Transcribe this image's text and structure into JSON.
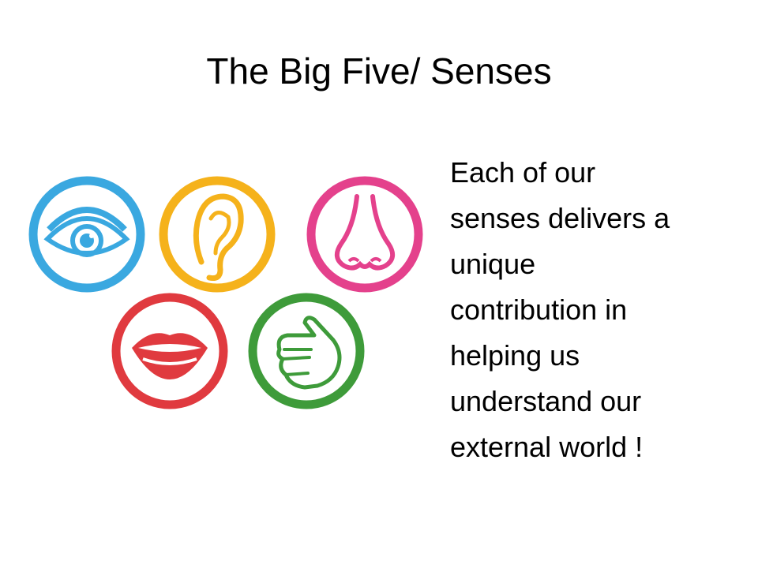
{
  "slide": {
    "title": "The Big Five/ Senses",
    "body_lines": [
      "Each of our",
      "senses delivers a",
      "unique",
      "contribution in",
      "helping us",
      "understand our",
      "external world !"
    ]
  },
  "senses": [
    {
      "icon": "eye-icon",
      "color": "#3AA8E0"
    },
    {
      "icon": "ear-icon",
      "color": "#F5B21B"
    },
    {
      "icon": "nose-icon",
      "color": "#E4418C"
    },
    {
      "icon": "mouth-icon",
      "color": "#E03A3F"
    },
    {
      "icon": "hand-icon",
      "color": "#3E9B3A"
    }
  ]
}
